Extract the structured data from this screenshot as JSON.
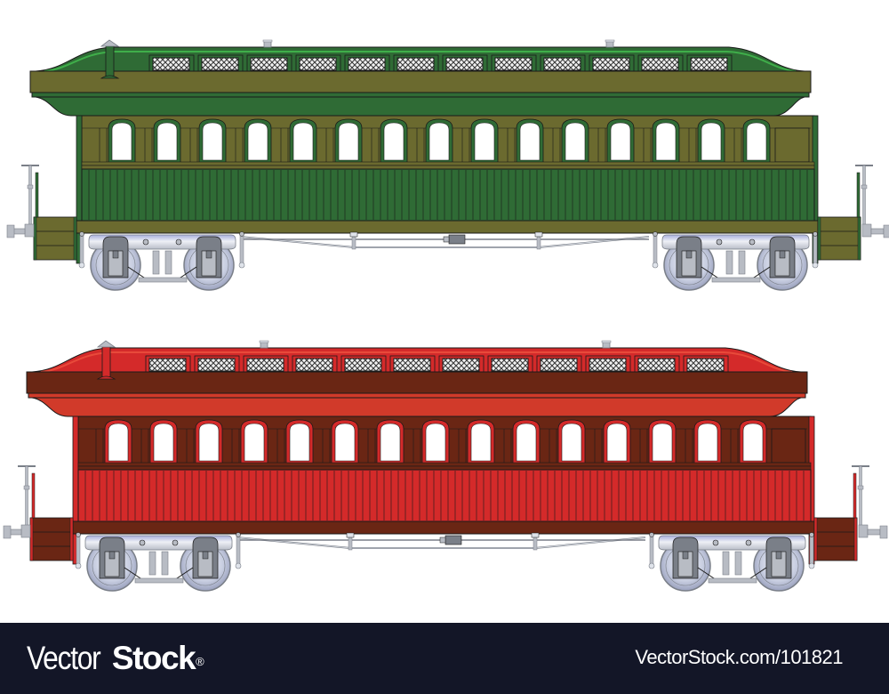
{
  "illustration": {
    "subject": "Vintage passenger railroad coaches (side elevation)",
    "cars": [
      {
        "id": "green-coach",
        "label": "Green passenger coach",
        "colors": {
          "roof": "#6b6a2f",
          "clerestory": "#2f6b35",
          "clerestory_trim": "#3fae4a",
          "cornice": "#2f6b35",
          "window_band": "#6b6a2f",
          "window_frame": "#2f6b35",
          "siding": "#2f6b35",
          "sill": "#6b6a2f",
          "platform": "#6b6a2f"
        },
        "window_count": 15,
        "vent_count": 12
      },
      {
        "id": "red-coach",
        "label": "Red passenger coach",
        "colors": {
          "roof": "#6a2614",
          "clerestory": "#d42a2a",
          "clerestory_trim": "#e84a3a",
          "cornice": "#d13a2a",
          "window_band": "#6a2614",
          "window_frame": "#d42a2a",
          "siding": "#d42a2a",
          "sill": "#6a2614",
          "platform": "#6a2614"
        },
        "window_count": 15,
        "vent_count": 12
      }
    ]
  },
  "footer": {
    "brand_light": "Vector",
    "brand_bold": "Stock",
    "brand_mark": "®",
    "reference": "VectorStock.com/101821",
    "background": "#131627",
    "text_color": "#ffffff"
  }
}
